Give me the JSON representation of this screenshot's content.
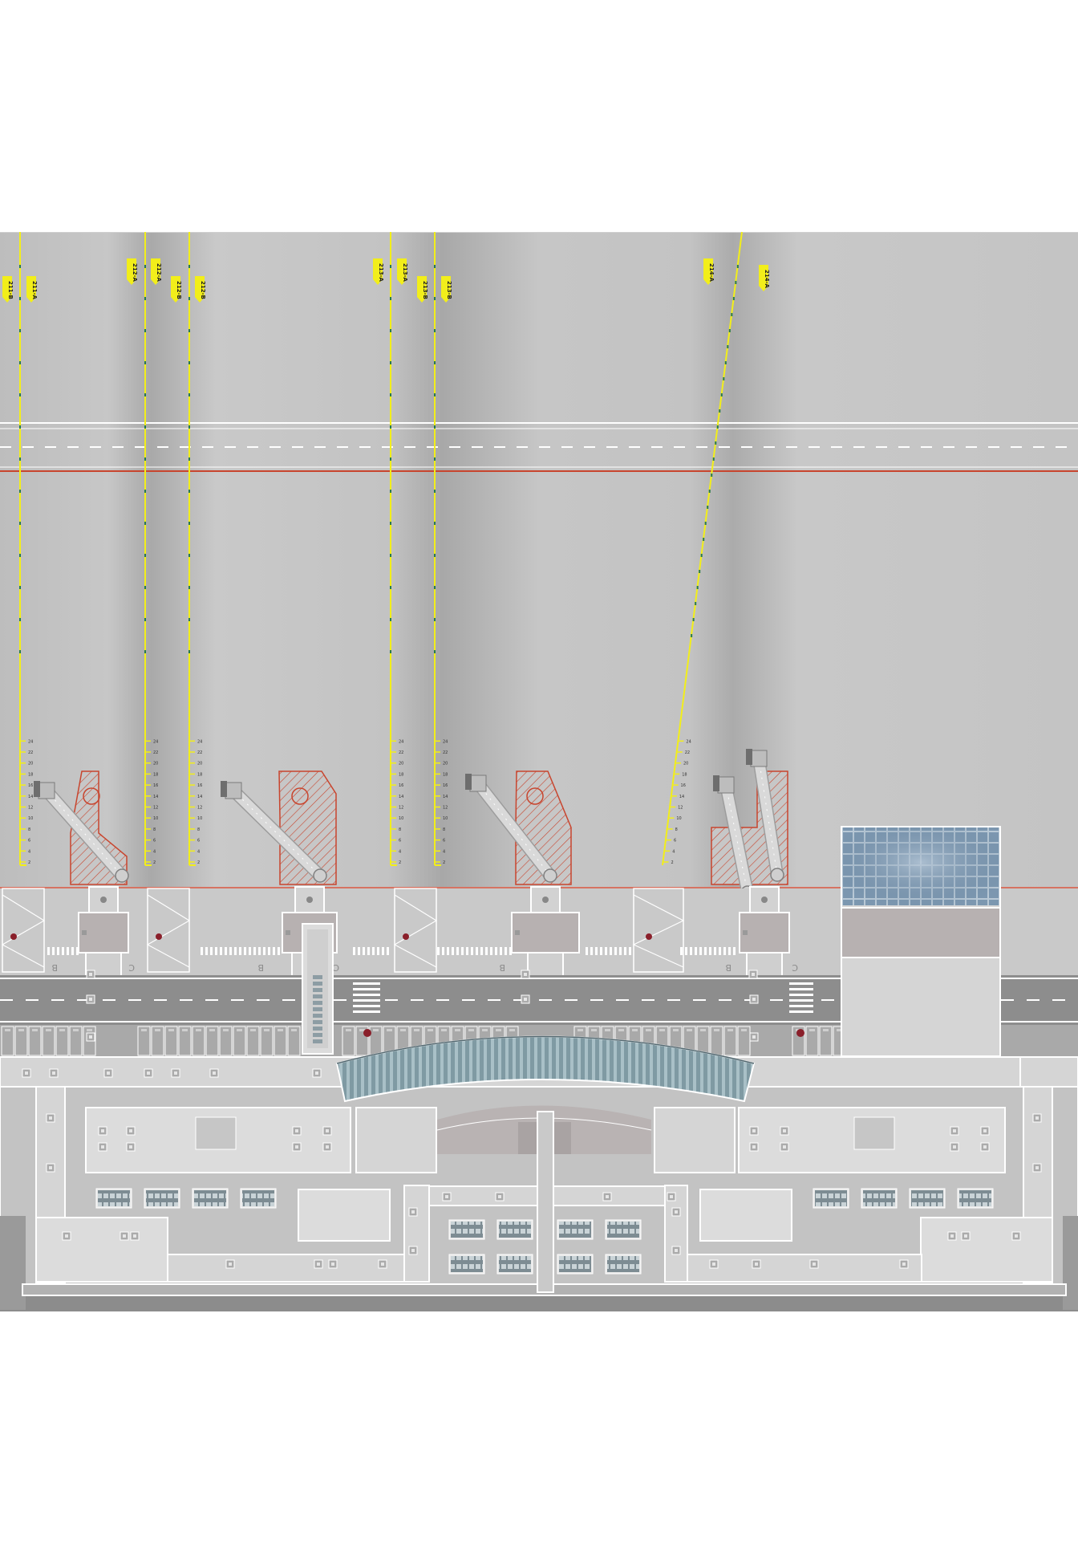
{
  "map": {
    "type": "airport apron stand layout",
    "colors": {
      "apron": "#c2c2c2",
      "apron_shadow": "#a9a9a9",
      "guideline": "#f2ee1a",
      "guideline_dot": "#2a7a4a",
      "safety_line": "#c8452e",
      "road": "#8d8d8d",
      "terminal_light": "#dcdcdc",
      "terminal_mid": "#c9c9c9",
      "terminal_dark": "#b7b1b1",
      "canopy": "#6f8790",
      "solar_panel": "#6f8aa5",
      "jet_bridge": "#d9d9d9",
      "restricted_hatch": "#c8452e"
    }
  },
  "stands": [
    {
      "id": "211",
      "labels": [
        "211-B",
        "211-A"
      ]
    },
    {
      "id": "212",
      "labels": [
        "212-A",
        "212-B"
      ]
    },
    {
      "id": "213",
      "labels": [
        "213-A",
        "213-B"
      ]
    },
    {
      "id": "214",
      "labels": [
        "214-A",
        "214-A"
      ]
    }
  ],
  "tags": {
    "t211b_l": "211-B",
    "t211a": "211-A",
    "t212a_l": "212-A",
    "t212a": "212-A",
    "t212b_l": "212-B",
    "t212b": "212-B",
    "t213a_l": "213-A",
    "t213a": "213-A",
    "t213b_l": "213-B",
    "t213b": "213-B",
    "t214a_l": "214-A",
    "t214a": "214-A"
  },
  "service_letters": [
    "B",
    "C",
    "B",
    "C",
    "B",
    "B",
    "C"
  ],
  "scale_ticks": [
    "2",
    "4",
    "6",
    "8",
    "10",
    "12",
    "14",
    "16",
    "18",
    "20",
    "22",
    "24"
  ]
}
